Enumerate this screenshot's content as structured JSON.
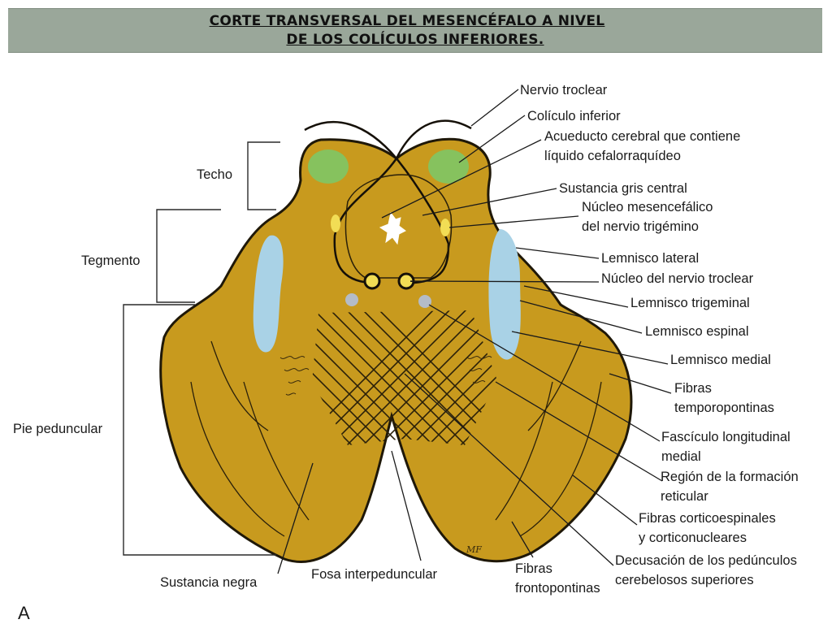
{
  "header": {
    "title_line1": "CORTE TRANSVERSAL DEL MESENCÉFALO A NIVEL",
    "title_line2": "DE LOS COLÍCULOS INFERIORES."
  },
  "colors": {
    "tissue": "#c89a1e",
    "outline": "#1f1808",
    "colliculus": "#86c25e",
    "lemniscus": "#a9d2e6",
    "nucleus": "#f2dd55",
    "mlf": "#b4bcc8",
    "aqueduct": "#ffffff",
    "title_bar": "#9aa79a"
  },
  "diagram": {
    "left_labels": {
      "techo": "Techo",
      "tegmento": "Tegmento",
      "pie_peduncular": "Pie peduncular"
    },
    "right_labels": {
      "nervio_troclear": "Nervio troclear",
      "coliculo_inferior": "Colículo inferior",
      "acueducto_1": "Acueducto cerebral que contiene",
      "acueducto_2": "líquido cefalorraquídeo",
      "sustancia_gris": "Sustancia gris central",
      "nucleo_mes_1": "Núcleo mesencefálico",
      "nucleo_mes_2": "del nervio trigémino",
      "lemnisco_lateral": "Lemnisco lateral",
      "nucleo_troclear": "Núcleo del nervio troclear",
      "lemnisco_trigeminal": "Lemnisco trigeminal",
      "lemnisco_espinal": "Lemnisco espinal",
      "lemnisco_medial": "Lemnisco medial",
      "fibras_temp_1": "Fibras",
      "fibras_temp_2": "temporopontinas",
      "fasciculo_1": "Fascículo longitudinal",
      "fasciculo_2": "medial",
      "region_1": "Región de la formación",
      "region_2": "reticular",
      "fibras_cort_1": "Fibras corticoespinales",
      "fibras_cort_2": "y corticonucleares",
      "decusacion_1": "Decusación de los pedúnculos",
      "decusacion_2": "cerebelosos superiores"
    },
    "bottom_labels": {
      "sustancia_negra": "Sustancia negra",
      "fosa": "Fosa interpeduncular",
      "fibras_front_1": "Fibras",
      "fibras_front_2": "frontopontinas"
    },
    "signature": "MF",
    "panel_letter": "A"
  }
}
